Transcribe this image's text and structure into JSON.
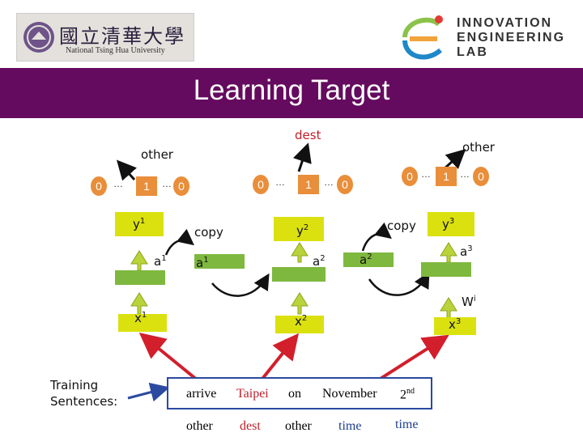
{
  "title": "Learning Target",
  "logo_left": {
    "chinese": "國立清華大學",
    "english": "National Tsing Hua University"
  },
  "logo_right": {
    "line1": "INNOVATION",
    "line2": "ENGINEERING",
    "line3": "LAB"
  },
  "outputs": [
    {
      "label": "other",
      "cells": [
        "0",
        "…",
        "1",
        "…",
        "0"
      ]
    },
    {
      "label": "dest",
      "cells": [
        "0",
        "…",
        "1",
        "…",
        "0"
      ]
    },
    {
      "label": "other",
      "cells": [
        "0",
        "…",
        "1",
        "…",
        "0"
      ]
    }
  ],
  "nodes": {
    "y1": "y",
    "y1_sup": "1",
    "y2": "y",
    "y2_sup": "2",
    "y3": "y",
    "y3_sup": "3",
    "a1": "a",
    "a1_sup": "1",
    "a1_copy": "a",
    "a1_copy_sup": "1",
    "a2": "a",
    "a2_sup": "2",
    "a2_copy": "a",
    "a2_copy_sup": "2",
    "a3": "a",
    "a3_sup": "3",
    "x1": "x",
    "x1_sup": "1",
    "x2": "x",
    "x2_sup": "2",
    "x3": "x",
    "x3_sup": "3",
    "wi": "W",
    "wi_sup": "i",
    "copy1": "copy",
    "copy2": "copy"
  },
  "training": {
    "label_line1": "Training",
    "label_line2": "Sentences:",
    "words": [
      "arrive",
      "Taipei",
      "on",
      "November",
      "2",
      "nd"
    ],
    "tags": [
      "other",
      "dest",
      "other",
      "time",
      "time"
    ]
  },
  "colors": {
    "title_bar": "#650b5f",
    "yellow_box": "#dbe10f",
    "green_box": "#7fb83f",
    "red_arrow": "#d21f2b",
    "blue_box": "#2b4aa0",
    "orange_cell": "#e98e3a"
  }
}
